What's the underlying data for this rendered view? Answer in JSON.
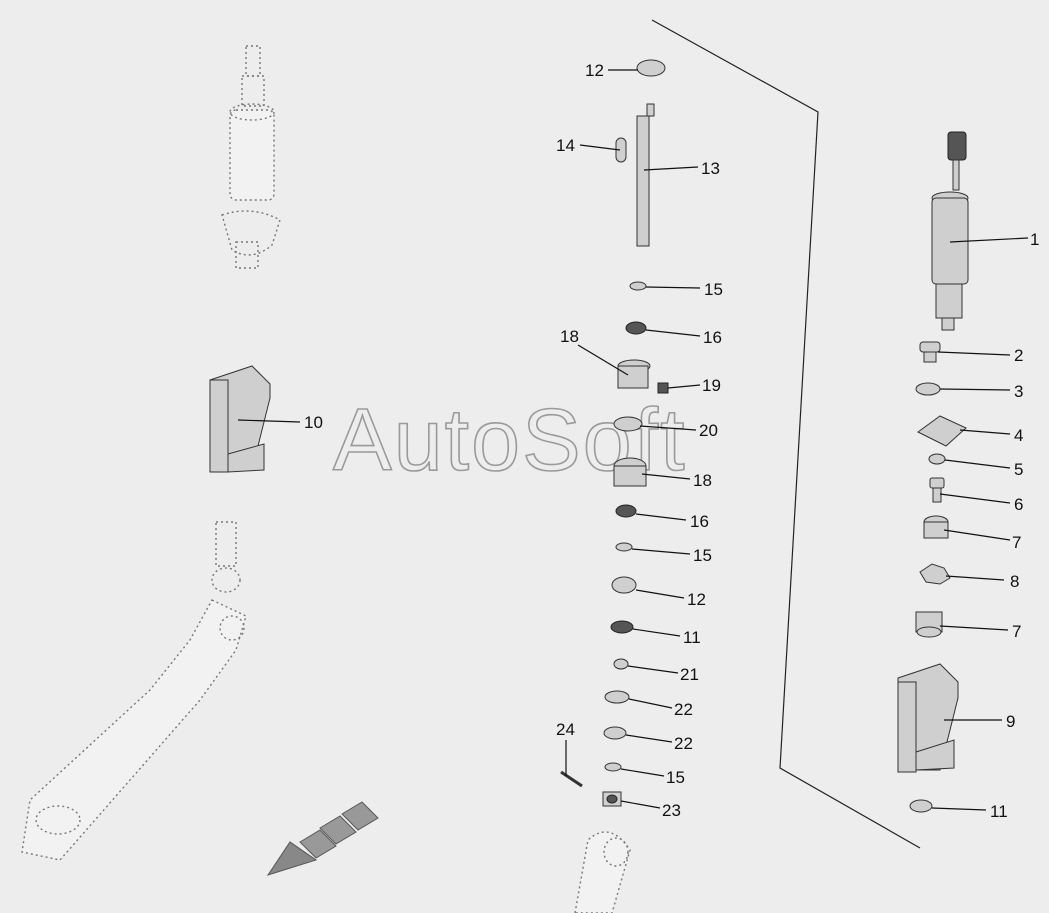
{
  "watermark": "AutoSoft",
  "colors": {
    "background": "#ededed",
    "ink": "#111111",
    "part_fill": "#cfcfcf",
    "ghost_stroke": "#777777"
  },
  "callouts": [
    {
      "id": "c1",
      "label": "1"
    },
    {
      "id": "c2",
      "label": "2"
    },
    {
      "id": "c3",
      "label": "3"
    },
    {
      "id": "c4",
      "label": "4"
    },
    {
      "id": "c5",
      "label": "5"
    },
    {
      "id": "c6",
      "label": "6"
    },
    {
      "id": "c7a",
      "label": "7"
    },
    {
      "id": "c8",
      "label": "8"
    },
    {
      "id": "c7b",
      "label": "7"
    },
    {
      "id": "c9",
      "label": "9"
    },
    {
      "id": "c11c",
      "label": "11"
    },
    {
      "id": "c10",
      "label": "10"
    },
    {
      "id": "c12a",
      "label": "12"
    },
    {
      "id": "c14",
      "label": "14"
    },
    {
      "id": "c13",
      "label": "13"
    },
    {
      "id": "c15a",
      "label": "15"
    },
    {
      "id": "c16a",
      "label": "16"
    },
    {
      "id": "c18a",
      "label": "18"
    },
    {
      "id": "c19",
      "label": "19"
    },
    {
      "id": "c20",
      "label": "20"
    },
    {
      "id": "c18b",
      "label": "18"
    },
    {
      "id": "c16b",
      "label": "16"
    },
    {
      "id": "c15b",
      "label": "15"
    },
    {
      "id": "c12b",
      "label": "12"
    },
    {
      "id": "c11a",
      "label": "11"
    },
    {
      "id": "c21",
      "label": "21"
    },
    {
      "id": "c22a",
      "label": "22"
    },
    {
      "id": "c22b",
      "label": "22"
    },
    {
      "id": "c24",
      "label": "24"
    },
    {
      "id": "c15c",
      "label": "15"
    },
    {
      "id": "c23",
      "label": "23"
    }
  ]
}
